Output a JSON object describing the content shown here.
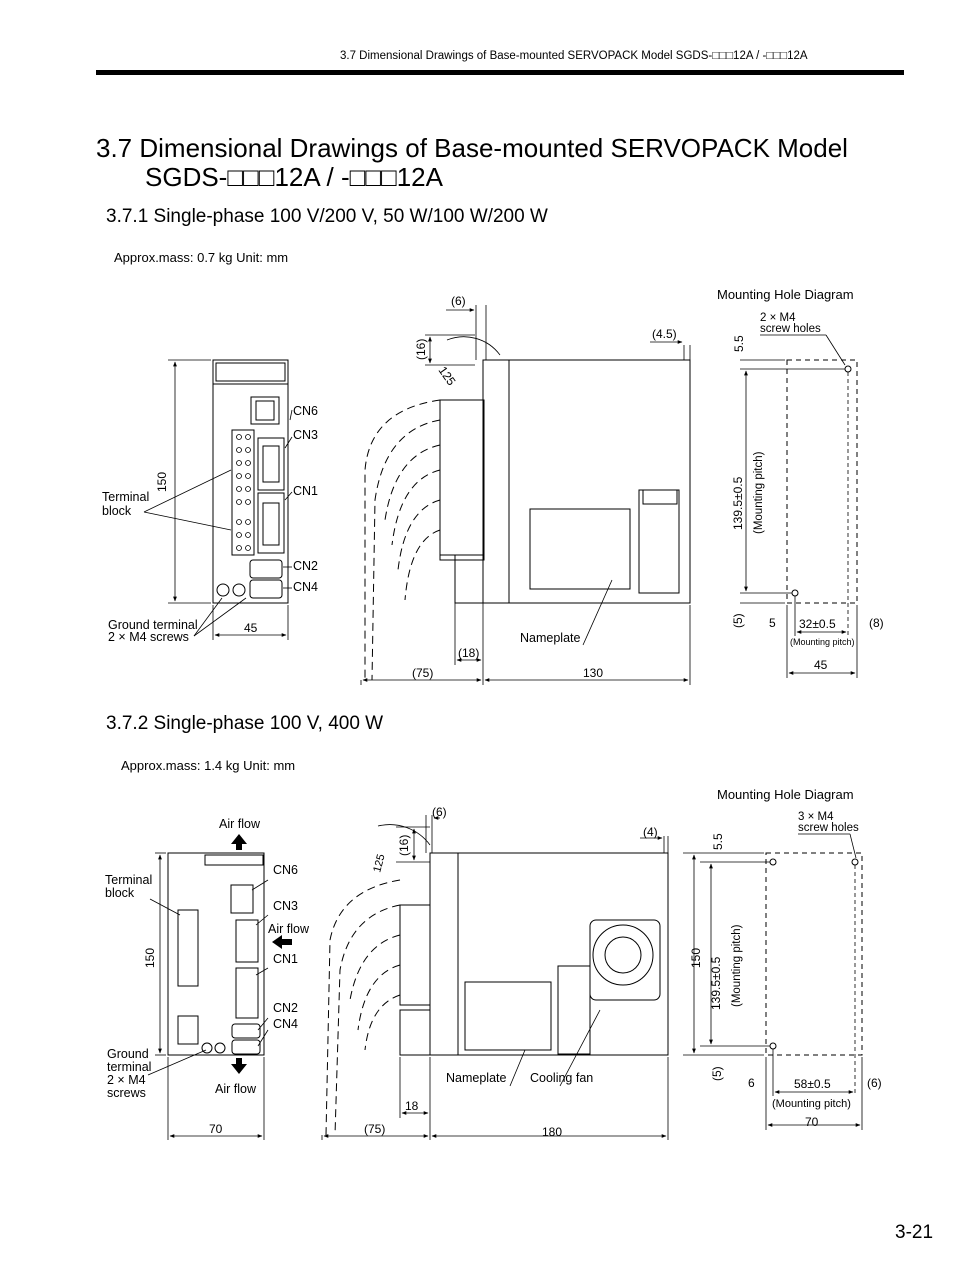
{
  "header": {
    "running_title": "3.7  Dimensional Drawings of Base-mounted SERVOPACK Model SGDS-□□□12A / -□□□12A"
  },
  "section": {
    "title_line1": "3.7  Dimensional Drawings of Base-mounted SERVOPACK Model",
    "title_line2": "SGDS-□□□12A / -□□□12A"
  },
  "sub1": {
    "title": "3.7.1  Single-phase 100 V/200 V, 50 W/100 W/200 W",
    "mass_note": "Approx.mass: 0.7 kg    Unit: mm",
    "labels": {
      "cn6": "CN6",
      "cn3": "CN3",
      "cn1": "CN1",
      "cn2": "CN2",
      "cn4": "CN4",
      "terminal1": "Terminal",
      "terminal2": "block",
      "ground1": "Ground terminal",
      "ground2": "2 × M4 screws",
      "nameplate": "Nameplate",
      "mhd": "Mounting Hole Diagram",
      "screw1": "2 × M4",
      "screw2": "screw holes",
      "mount_pitch_v": "(Mounting pitch)",
      "mount_pitch_h": "(Mounting pitch)"
    },
    "dims": {
      "h150": "150",
      "w45": "45",
      "d6": "(6)",
      "d16": "(16)",
      "r125": "125",
      "d45p": "(4.5)",
      "d18": "(18)",
      "d75": "(75)",
      "w130": "130",
      "d55": "5.5",
      "d1395": "139.5±0.5",
      "d5v": "(5)",
      "d5": "5",
      "d32": "32±0.5",
      "d8": "(8)",
      "w45b": "45"
    }
  },
  "sub2": {
    "title": "3.7.2  Single-phase 100 V, 400 W",
    "mass_note": "Approx.mass: 1.4 kg    Unit: mm",
    "labels": {
      "airflow_top": "Air flow",
      "airflow_mid": "Air flow",
      "airflow_bot": "Air flow",
      "cn6": "CN6",
      "cn3": "CN3",
      "cn1": "CN1",
      "cn2": "CN2",
      "cn4": "CN4",
      "terminal1": "Terminal",
      "terminal2": "block",
      "ground1": "Ground",
      "ground2": "terminal",
      "ground3": "2 × M4",
      "ground4": "screws",
      "nameplate": "Nameplate",
      "coolingfan": "Cooling fan",
      "mhd": "Mounting Hole Diagram",
      "screw1": "3 × M4",
      "screw2": "screw holes",
      "mount_pitch_v": "(Mounting pitch)",
      "mount_pitch_h": "(Mounting pitch)"
    },
    "dims": {
      "h150": "150",
      "w70": "70",
      "d6": "(6)",
      "d16": "(16)",
      "r125": "125",
      "d4": "(4)",
      "d18": "18",
      "d75": "(75)",
      "w180": "180",
      "h150b": "150",
      "d55": "5.5",
      "d1395": "139.5±0.5",
      "d5v": "(5)",
      "d6b": "6",
      "d58": "58±0.5",
      "d6c": "(6)",
      "w70b": "70"
    }
  },
  "page_number": "3-21"
}
